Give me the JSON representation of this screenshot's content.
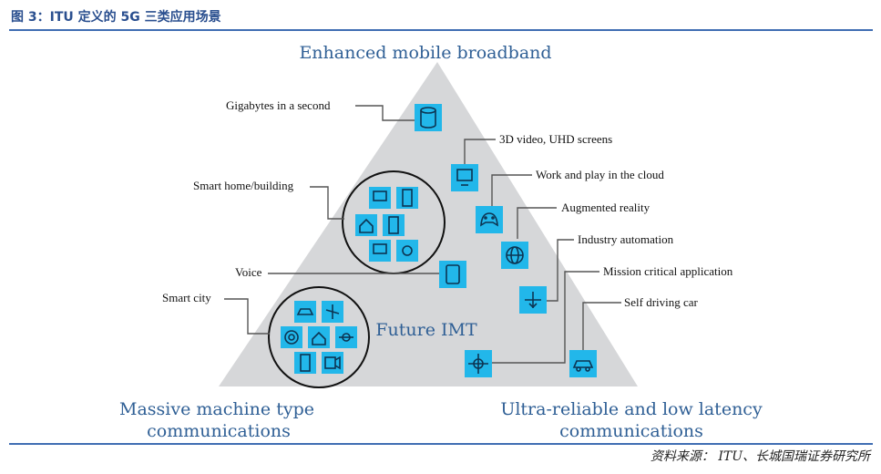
{
  "caption": "图 3：ITU 定义的 5G 三类应用场景",
  "source": "资料来源： ITU、长城国瑞证券研究所",
  "top_label": "Enhanced mobile broadband",
  "center_label": "Future IMT",
  "bottom_left_label": {
    "line1": "Massive machine type",
    "line2": "communications"
  },
  "bottom_right_label": {
    "line1": "Ultra-reliable and low latency",
    "line2": "communications"
  },
  "labels": {
    "gigabytes": "Gigabytes in a second",
    "video": "3D video, UHD screens",
    "cloud": "Work and play in the cloud",
    "ar": "Augmented reality",
    "industry": "Industry automation",
    "mission": "Mission critical application",
    "car": "Self driving car",
    "smart_home": "Smart home/building",
    "voice": "Voice",
    "smart_city": "Smart city"
  },
  "colors": {
    "accent": "#22b7ea",
    "triangle": "#d6d7d9",
    "text_blue": "#2f5f95"
  }
}
